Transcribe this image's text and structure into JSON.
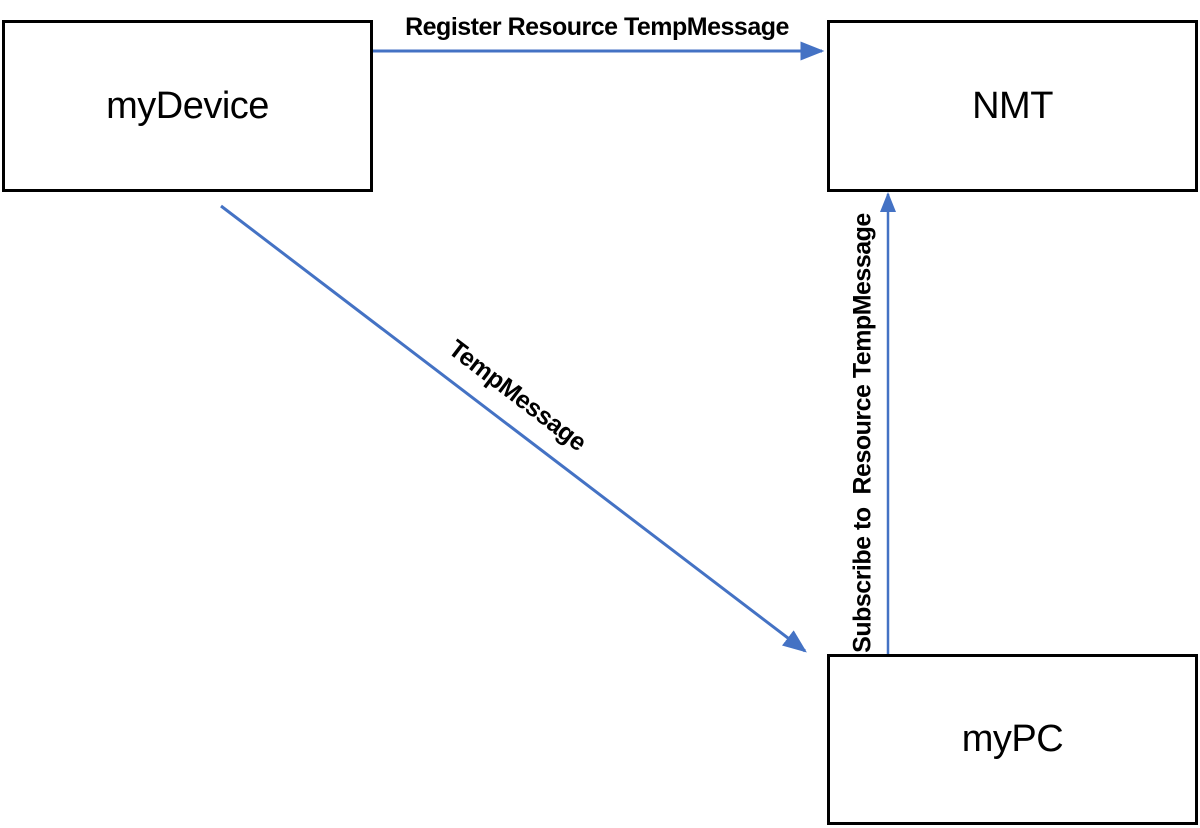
{
  "diagram": {
    "background_color": "#ffffff",
    "arrow_color": "#4472C4",
    "box_border_color": "#000000",
    "box_fill_color": "#ffffff",
    "text_color": "#000000",
    "nodes": [
      {
        "id": "myDevice",
        "label": "myDevice"
      },
      {
        "id": "NMT",
        "label": "NMT"
      },
      {
        "id": "myPC",
        "label": "myPC"
      }
    ],
    "edges": [
      {
        "label": "Register Resource TempMessage",
        "from": "myDevice",
        "to": "NMT",
        "direction": "left-to-right"
      },
      {
        "label": "TempMessage",
        "from": "myDevice",
        "to": "myPC",
        "direction": "diagonal-down-right"
      },
      {
        "label": "Subscribe to  Resource TempMessage",
        "from": "myPC",
        "to": "NMT",
        "direction": "bottom-to-top"
      }
    ]
  }
}
